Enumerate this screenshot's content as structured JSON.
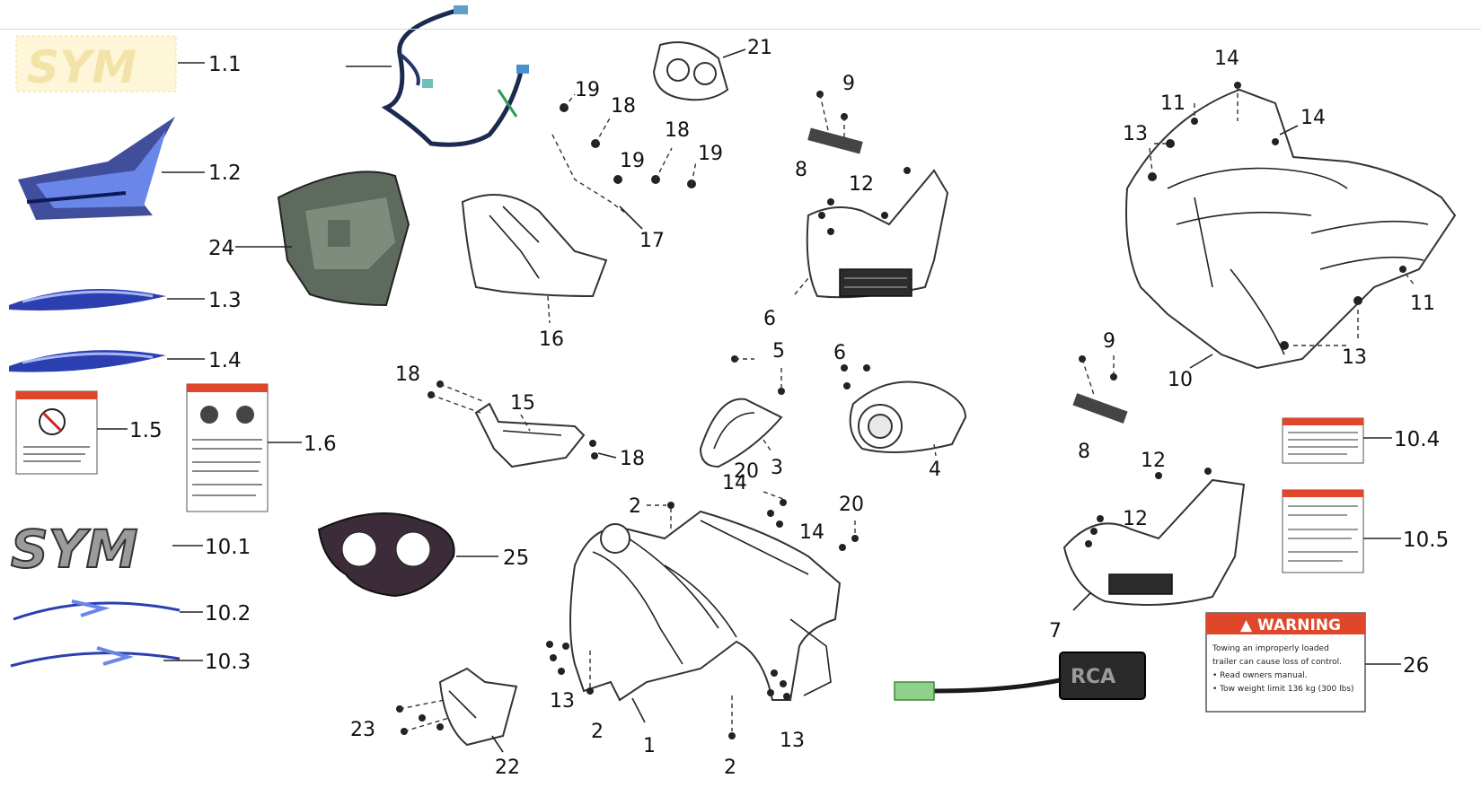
{
  "diagram": {
    "labels": {
      "l1_1": "1.1",
      "l1_2": "1.2",
      "l1_3": "1.3",
      "l1_4": "1.4",
      "l1_5": "1.5",
      "l1_6": "1.6",
      "l10_1": "10.1",
      "l10_2": "10.2",
      "l10_3": "10.3",
      "l10_4": "10.4",
      "l10_5": "10.5",
      "l24": "24",
      "l25": "25",
      "l21": "21",
      "l16": "16",
      "l17": "17",
      "l19a": "19",
      "l19b": "19",
      "l19c": "19",
      "l18a": "18",
      "l18b": "18",
      "l18c": "18",
      "l18d": "18",
      "l15": "15",
      "l9a": "9",
      "l8a": "8",
      "l12a": "12",
      "l6a": "6",
      "l5": "5",
      "l3": "3",
      "l6b": "6",
      "l4": "4",
      "l2a": "2",
      "l2b": "2",
      "l2c": "2",
      "l14a": "14",
      "l14b": "14",
      "l20a": "20",
      "l20b": "20",
      "l13a": "13",
      "l13b": "13",
      "l1": "1",
      "l23": "23",
      "l22": "22",
      "l14c": "14",
      "l14d": "14",
      "l11a": "11",
      "l13c": "13",
      "l11b": "11",
      "l13d": "13",
      "l10": "10",
      "l9b": "9",
      "l8b": "8",
      "l12b": "12",
      "l12c": "12",
      "l7": "7",
      "l26": "26"
    },
    "decals": {
      "sym_logo": "SYM",
      "cdi_text": "RCA",
      "warning_heading": "▲ WARNING",
      "warning_lines": [
        "Towing an improperly loaded",
        "trailer can cause loss of control.",
        "• Read owners manual.",
        "• Tow weight limit 136 kg (300 lbs)"
      ]
    }
  }
}
